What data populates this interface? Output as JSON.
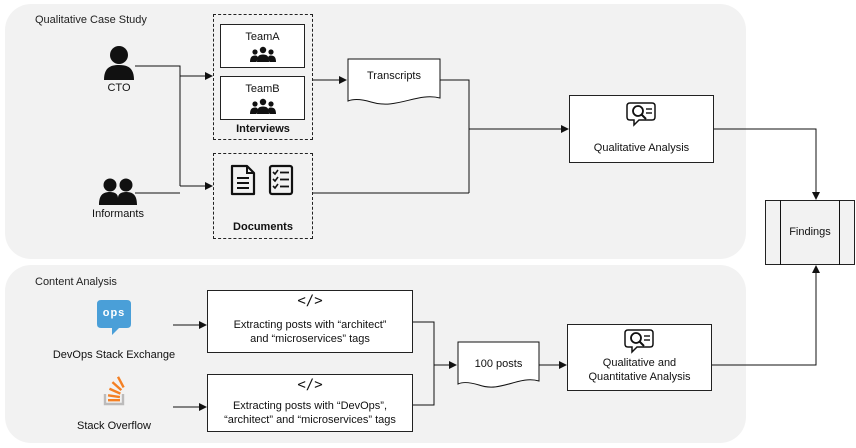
{
  "qualitative": {
    "title": "Qualitative Case Study",
    "cto_label": "CTO",
    "informants_label": "Informants",
    "team_a": "TeamA",
    "team_b": "TeamB",
    "interviews_label": "Interviews",
    "documents_label": "Documents",
    "transcripts_label": "Transcripts",
    "analysis_label": "Qualitative Analysis"
  },
  "content": {
    "title": "Content Analysis",
    "devops_label": "DevOps Stack Exchange",
    "devops_logo_text": "ops",
    "stackoverflow_label": "Stack Overflow",
    "extract1_line1": "Extracting posts with “architect”",
    "extract1_line2": "and “microservices” tags",
    "extract2_line1": "Extracting posts with “DevOps”,",
    "extract2_line2": "“architect” and “microservices” tags",
    "posts_label": "100 posts",
    "analysis_line1": "Qualitative and",
    "analysis_line2": "Quantitative Analysis"
  },
  "findings_label": "Findings",
  "colors": {
    "panel": "#f2f2f2",
    "devops_blue": "#4a9fd8",
    "so_orange": "#f48024"
  }
}
